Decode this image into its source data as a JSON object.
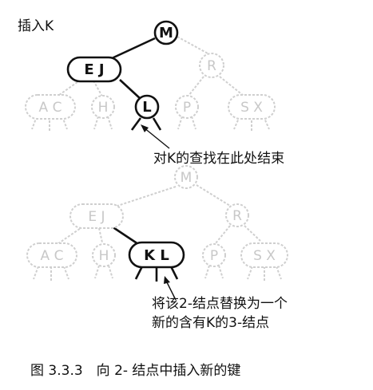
{
  "step_label": "插入K",
  "annotations": {
    "search_end": "对K的查找在此处结束",
    "replace_line1": "将该2-结点替换为一个",
    "replace_line2": "新的含有K的3-结点"
  },
  "caption": "图 3.3.3　向 2- 结点中插入新的键",
  "tree1": {
    "root": "M",
    "left_node": "E J",
    "right_node": "R",
    "leaves": [
      "A C",
      "H",
      "L",
      "P",
      "S X"
    ]
  },
  "tree2": {
    "root": "M",
    "left_node": "E J",
    "right_node": "R",
    "leaves": [
      "A C",
      "H",
      "K L",
      "P",
      "S X"
    ]
  },
  "colors": {
    "highlight": "#111111",
    "faded": "#cfcfcf"
  }
}
